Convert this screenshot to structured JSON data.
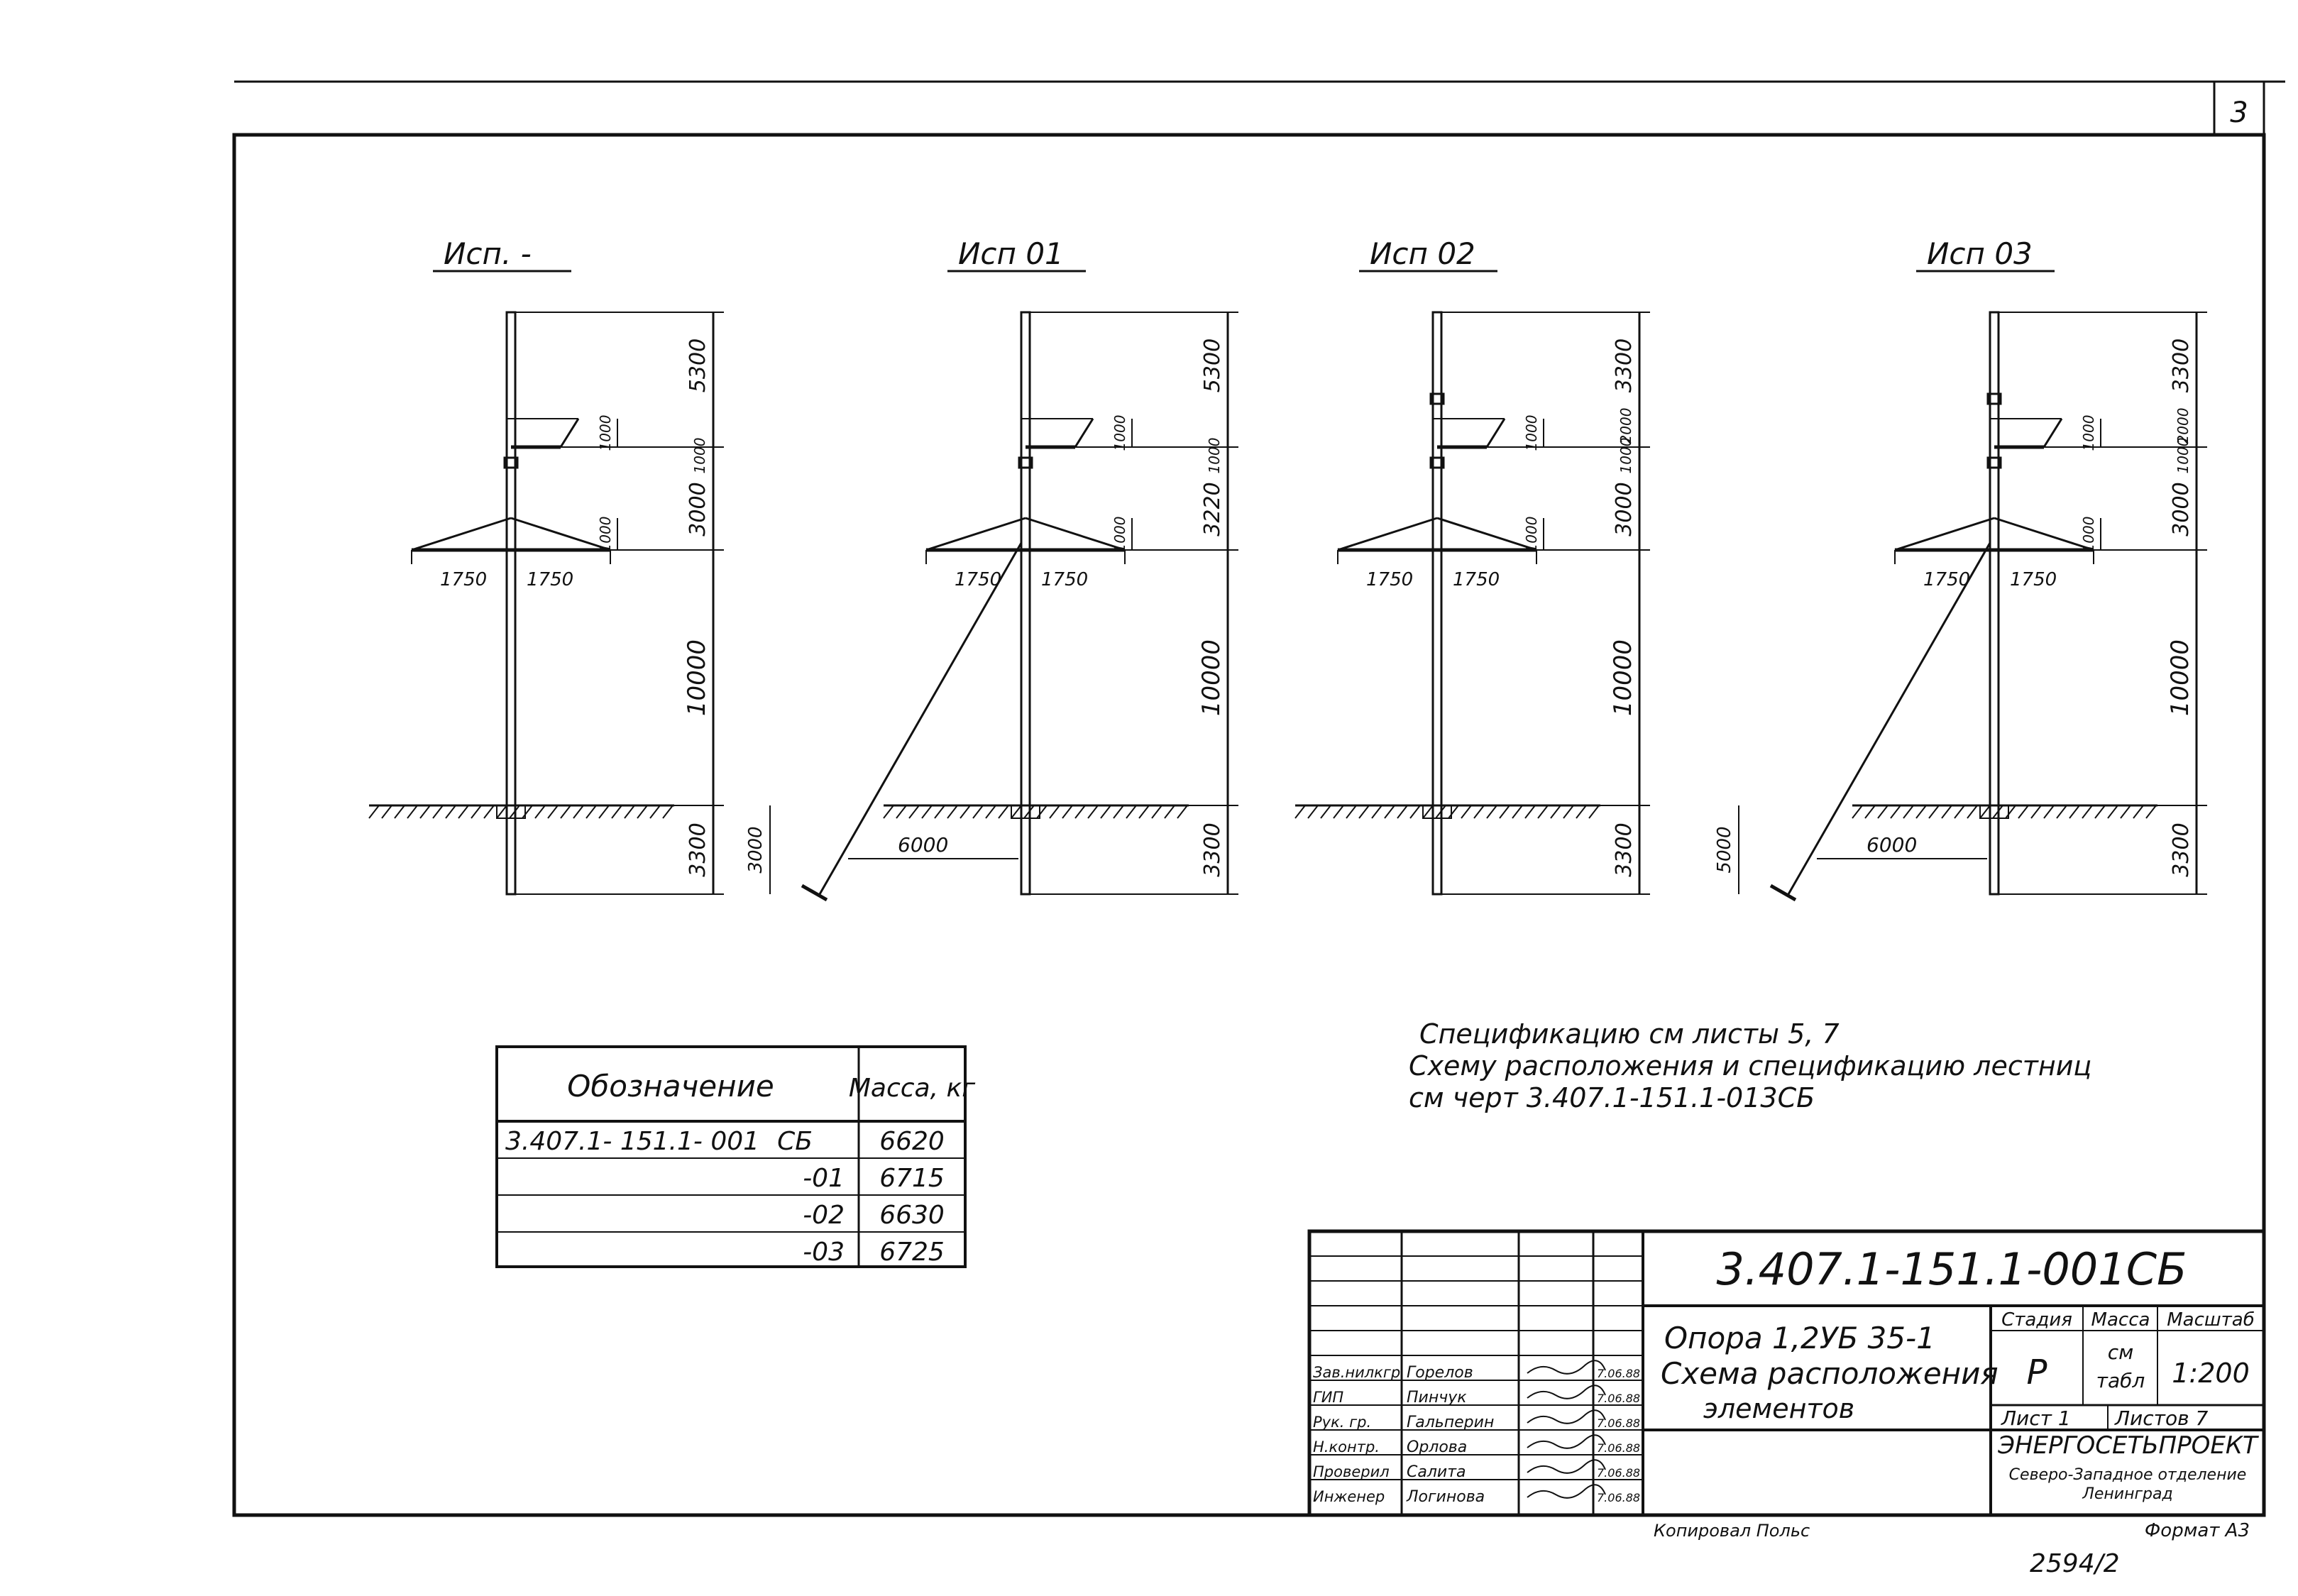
{
  "sheet_number": "3",
  "variants": [
    {
      "title": "Исп. -",
      "guy": false,
      "bolt5": false,
      "labels": {
        "top_dim": "5300",
        "dim1000a": "1000",
        "dim1000b": "1000",
        "mid_dim": "3000",
        "dim1000c": "1000",
        "left_arm": "1750",
        "right_arm": "1750",
        "pole_dim": "10000",
        "ground_dim": "3300"
      }
    },
    {
      "title": "Исп 01",
      "guy": true,
      "bolt5": false,
      "labels": {
        "top_dim": "5300",
        "dim1000a": "1000",
        "dim1000b": "1000",
        "mid_dim": "3220",
        "dim1000c": "1000",
        "left_arm": "1750",
        "right_arm": "1750",
        "pole_dim": "10000",
        "ground_dim": "3300",
        "guy_depth": "3000",
        "guy_dist": "6000"
      }
    },
    {
      "title": "Исп 02",
      "guy": false,
      "bolt5": true,
      "labels": {
        "top_dim": "3300",
        "dim1000a": "1000",
        "dim1000b": "1000",
        "dim2000": "2000",
        "mid_dim": "3000",
        "dim1000c": "1000",
        "left_arm": "1750",
        "right_arm": "1750",
        "pole_dim": "10000",
        "ground_dim": "3300"
      }
    },
    {
      "title": "Исп 03",
      "guy": true,
      "bolt5": true,
      "labels": {
        "top_dim": "3300",
        "dim1000a": "1000",
        "dim1000b": "1000",
        "dim2000": "2000",
        "mid_dim": "3000",
        "dim1000c": "1000",
        "left_arm": "1750",
        "right_arm": "1750",
        "pole_dim": "10000",
        "ground_dim": "3300",
        "guy_depth": "5000",
        "guy_dist": "6000"
      }
    }
  ],
  "mass_table": {
    "header_designation": "Обозначение",
    "header_mass": "Масса, кг",
    "rows": [
      {
        "code": "3.407.1- 151.1- 001",
        "suffix": "СБ",
        "mass": "6620"
      },
      {
        "code": "",
        "suffix": "-01",
        "mass": "6715"
      },
      {
        "code": "",
        "suffix": "-02",
        "mass": "6630"
      },
      {
        "code": "",
        "suffix": "-03",
        "mass": "6725"
      }
    ]
  },
  "notes": [
    "Спецификацию см листы 5, 7",
    "Схему расположения и спецификацию лестниц",
    "см черт 3.407.1-151.1-013СБ"
  ],
  "title_block": {
    "doc_code": "3.407.1-151.1-001СБ",
    "title_lines": [
      "Опора 1,2УБ 35-1",
      "Схема расположения",
      "элементов"
    ],
    "stage_label": "Стадия",
    "stage": "Р",
    "mass_label": "Масса",
    "mass_line1": "см",
    "mass_line2": "табл",
    "scale_label": "Масштаб",
    "scale": "1:200",
    "sheet_label": "Лист 1",
    "sheets_label": "Листов 7",
    "org_line1": "ЭНЕРГОСЕТЬПРОЕКТ",
    "org_line2": "Северо-Западное отделение",
    "org_line3": "Ленинград",
    "signatures": [
      {
        "role": "Зав.нилкгр",
        "name": "Горелов",
        "date": "7.06.88"
      },
      {
        "role": "ГИП",
        "name": "Пинчук",
        "date": "7.06.88"
      },
      {
        "role": "Рук. гр.",
        "name": "Гальперин",
        "date": "7.06.88"
      },
      {
        "role": "Н.контр.",
        "name": "Орлова",
        "date": "7.06.88"
      },
      {
        "role": "Проверил",
        "name": "Салита",
        "date": "7.06.88"
      },
      {
        "role": "Инженер",
        "name": "Логинова",
        "date": "7.06.88"
      }
    ]
  },
  "copied_by": "Копировал Польс",
  "format": "Формат А3",
  "bottom_number": "2594/2"
}
